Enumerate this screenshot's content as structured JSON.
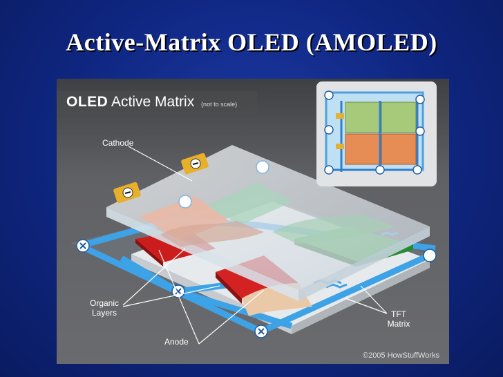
{
  "slide": {
    "title": "Active-Matrix OLED (AMOLED)"
  },
  "diagram": {
    "header_brand": "OLED",
    "header_title": "Active Matrix",
    "header_note": "(not to scale)",
    "labels": {
      "cathode": "Cathode",
      "organic_1": "Organic",
      "organic_2": "Layers",
      "anode": "Anode",
      "tft_1": "TFT",
      "tft_2": "Matrix"
    },
    "copyright": "©2005 HowStuffWorks"
  }
}
